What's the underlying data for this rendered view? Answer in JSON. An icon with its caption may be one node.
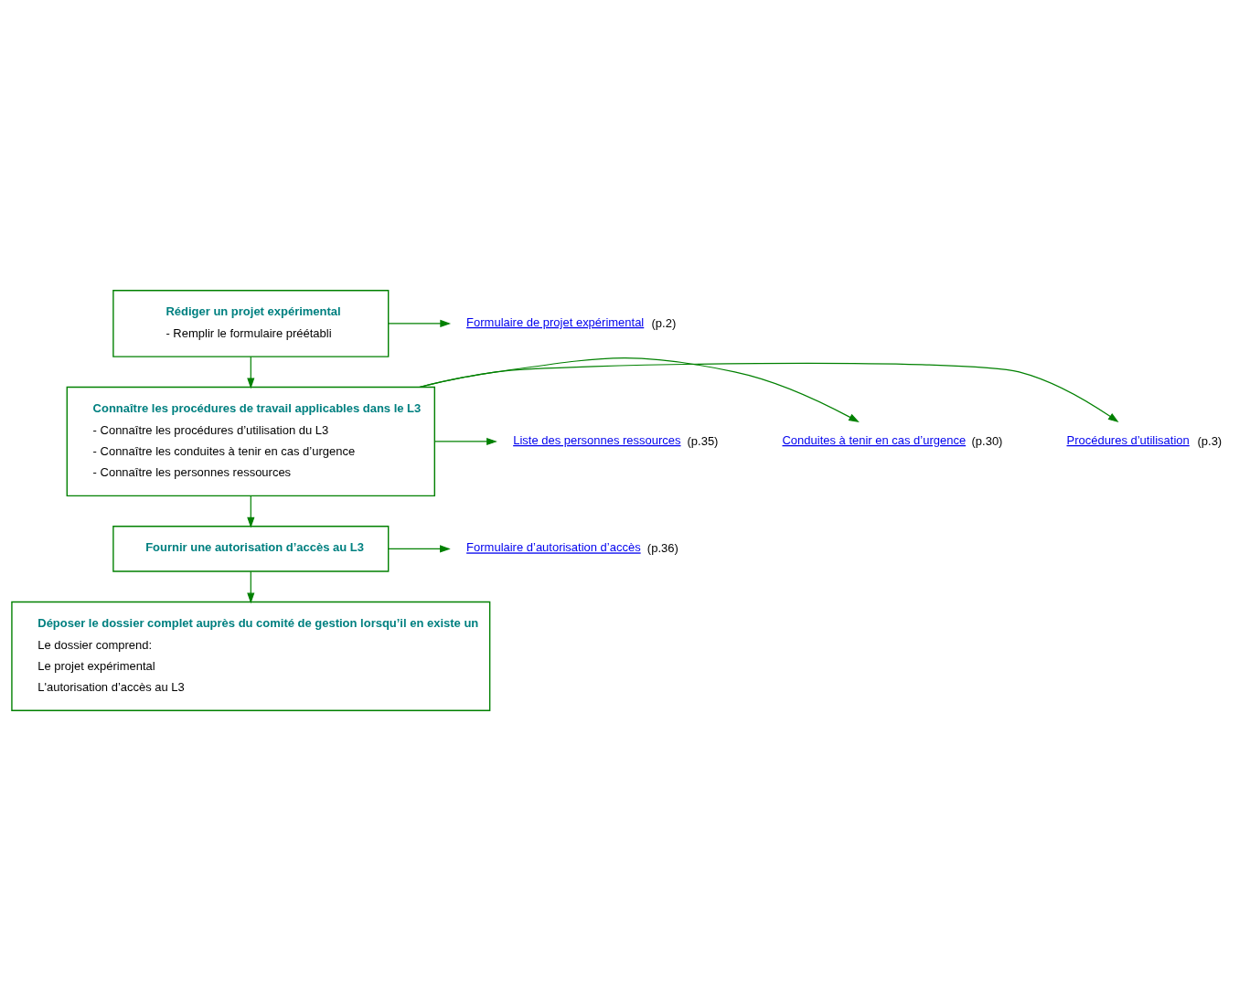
{
  "diagram": {
    "nodes": [
      {
        "text": [
          "Rédiger un projet expérimental",
          "- Remplir le formulaire préétabli"
        ]
      },
      {
        "text": [
          "Formulaire de projet expérimental"
        ],
        "beside": [
          "(p.2)"
        ]
      },
      {
        "text": [
          "Connaître les procédures de travail applicables dans le L3",
          "- Connaître les procédures d’utilisation du L3",
          "- Connaître les conduites à tenir en cas d’urgence",
          "- Connaître les personnes ressources"
        ]
      },
      {
        "text": [
          "Procédures d’utilisation"
        ],
        "beside": [
          "(p.3)"
        ]
      },
      {
        "text": [
          "Conduites à tenir en cas d’urgence"
        ],
        "beside": [
          "(p.30)"
        ]
      },
      {
        "text": [
          "Liste des personnes ressources"
        ],
        "beside": [
          "(p.35)"
        ]
      },
      {
        "text": [
          "Fournir une autorisation d’accès au L3"
        ]
      },
      {
        "text": [
          "Formulaire d’autorisation d’accès"
        ],
        "beside": [
          "(p.36)"
        ]
      },
      {
        "text": [
          "Déposer le dossier complet auprès du comité de gestion lorsqu’il en existe un",
          "Le dossier comprend:",
          "Le projet expérimental",
          "L'autorisation d’accès au L3"
        ]
      }
    ],
    "edges": [
      {
        "from": 0,
        "to": 1,
        "arrow": "to"
      },
      {
        "from": 0,
        "to": 2,
        "arrow": "to"
      },
      {
        "from": 2,
        "to": 3,
        "arrow": "to"
      },
      {
        "from": 2,
        "to": 4,
        "arrow": "to"
      },
      {
        "from": 2,
        "to": 5,
        "arrow": "to"
      },
      {
        "from": 2,
        "to": 6,
        "arrow": "to"
      },
      {
        "from": 6,
        "to": 7,
        "arrow": "to"
      },
      {
        "from": 6,
        "to": 8,
        "arrow": "to"
      }
    ]
  }
}
